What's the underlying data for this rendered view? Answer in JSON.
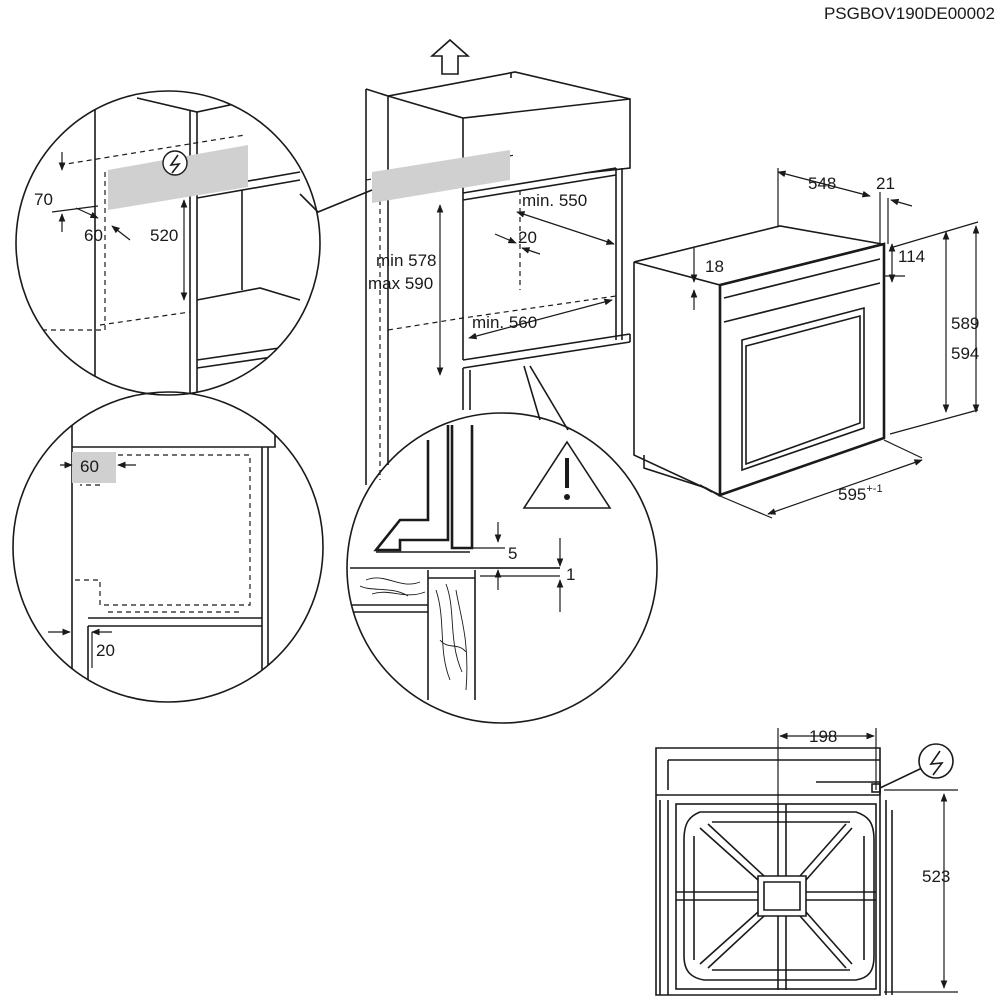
{
  "document_code": "PSGBOV190DE00002",
  "icons": {
    "up_arrow": "arrow-up-icon",
    "warning": "warning-triangle-icon",
    "electric_top_left": "electric-connection-icon",
    "electric_bottom_right": "electric-connection-icon"
  },
  "detail_top_left": {
    "d70": "70",
    "d60": "60",
    "d520": "520"
  },
  "detail_mid_left": {
    "d60": "60",
    "d20": "20"
  },
  "niche": {
    "min_width": "min. 550",
    "depth_gap": "20",
    "min_height": "min 578",
    "max_height": "max 590",
    "min_depth": "min. 560"
  },
  "oven": {
    "d548": "548",
    "d21": "21",
    "d18": "18",
    "d114": "114",
    "d589": "589",
    "d594": "594",
    "d595": "595",
    "d595_tol": "+-1"
  },
  "detail_bottom": {
    "d5": "5",
    "d1": "1"
  },
  "front_view": {
    "d198": "198",
    "d523": "523"
  }
}
